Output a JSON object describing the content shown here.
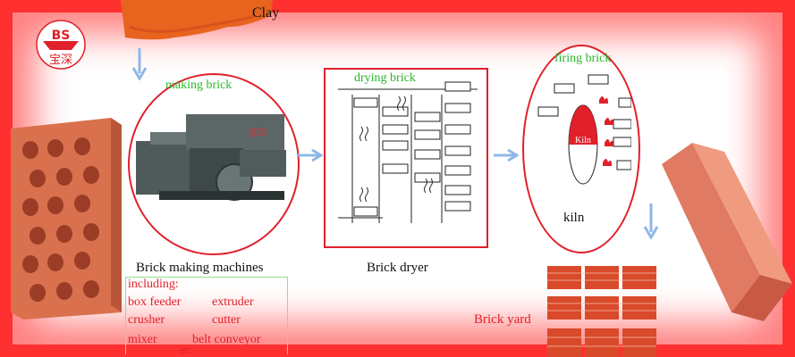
{
  "logo": {
    "badge": "BS",
    "text": "宝深"
  },
  "clay": {
    "label": "Clay"
  },
  "making": {
    "title": "making brick",
    "caption": "Brick making machines"
  },
  "machines": {
    "including": "including:",
    "items": [
      "box feeder",
      "extruder",
      "crusher",
      "cutter",
      "mixer",
      "belt conveyor"
    ],
    "etc": "etc."
  },
  "dryer": {
    "title": "drying brick",
    "caption": "Brick dryer"
  },
  "firing": {
    "title": "firing brick",
    "kiln_label": "Kiln",
    "caption": "kiln"
  },
  "yard": {
    "label": "Brick yard"
  },
  "colors": {
    "accent": "#e0202a",
    "green": "#2bb52b",
    "arrow": "#8fb8e8"
  }
}
